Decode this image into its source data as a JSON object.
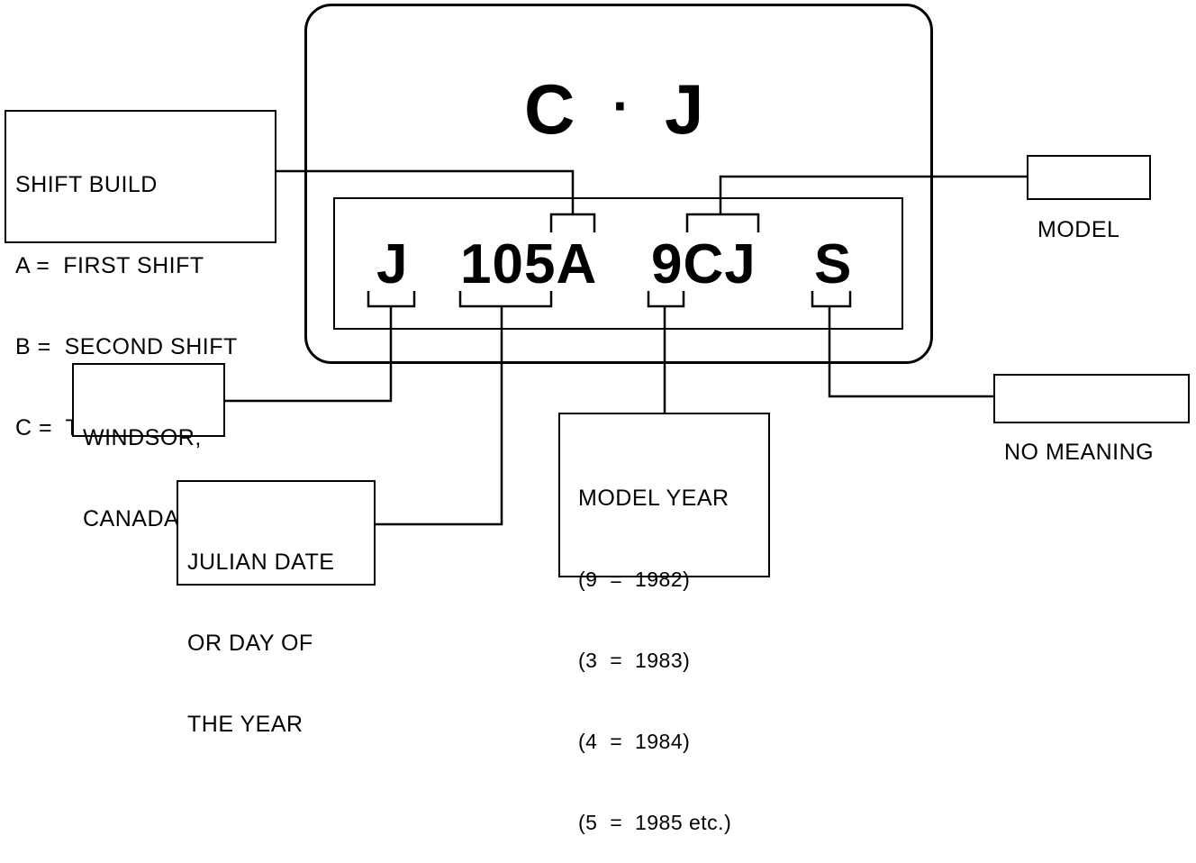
{
  "header_code": {
    "left": "C",
    "separator": "·",
    "right": "J"
  },
  "code": {
    "plant": "J",
    "date_shift": "105A",
    "year_model": "9CJ",
    "suffix": "S"
  },
  "labels": {
    "shift_build": {
      "title": "SHIFT BUILD",
      "line1": "A =  FIRST SHIFT",
      "line2": "B =  SECOND SHIFT",
      "line3": "C =  THIRD SHIFT"
    },
    "model": "MODEL",
    "plant": {
      "line1": "WINDSOR,",
      "line2": "CANADA"
    },
    "julian": {
      "line1": "JULIAN DATE",
      "line2": "OR DAY OF",
      "line3": "THE YEAR"
    },
    "model_year": {
      "title": "MODEL YEAR",
      "line1": "(9  =  1982)",
      "line2": "(3  =  1983)",
      "line3": "(4  =  1984)",
      "line4": "(5  =  1985 etc.)"
    },
    "no_meaning": "NO MEANING"
  }
}
